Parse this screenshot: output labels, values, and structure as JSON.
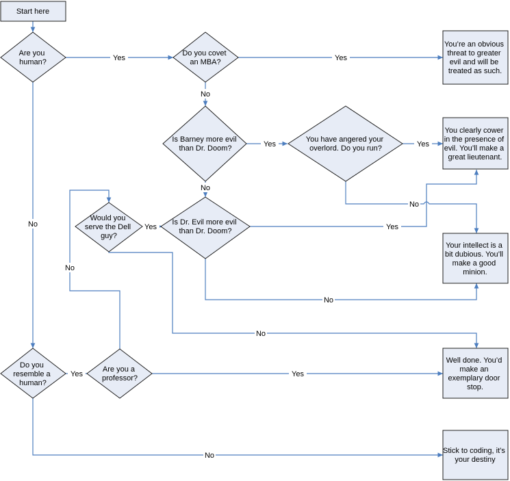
{
  "nodes": {
    "start": {
      "lines": [
        "Start here"
      ]
    },
    "q_human": {
      "lines": [
        "Are you",
        "human?"
      ]
    },
    "q_mba": {
      "lines": [
        "Do you covet",
        "an MBA?"
      ]
    },
    "r_threat": {
      "lines": [
        "You’re an obvious",
        "threat to greater",
        "evil and will be",
        "treated as such."
      ]
    },
    "q_barney": {
      "lines": [
        "Is Barney more evil",
        "than Dr. Doom?"
      ]
    },
    "q_overlord": {
      "lines": [
        "You have angered your",
        "overlord.  Do you run?"
      ]
    },
    "r_lieutenant": {
      "lines": [
        "You clearly cower",
        "in the presence of",
        "evil.  You’ll make a",
        "great lieutenant."
      ]
    },
    "q_dell": {
      "lines": [
        "Would you",
        "serve the Dell",
        "guy?"
      ]
    },
    "q_drevil": {
      "lines": [
        "Is Dr. Evil more evil",
        "than Dr. Doom?"
      ]
    },
    "r_minion": {
      "lines": [
        "Your intellect is a",
        "bit dubious.  You’ll",
        "make a good",
        "minion."
      ]
    },
    "q_resemble": {
      "lines": [
        "Do you",
        "resemble a",
        "human?"
      ]
    },
    "q_professor": {
      "lines": [
        "Are you a",
        "professor?"
      ]
    },
    "r_doorstop": {
      "lines": [
        "Well done.  You’d",
        "make an",
        "exemplary door",
        "stop."
      ]
    },
    "r_coding": {
      "lines": [
        "Stick to coding, it’s",
        "your destiny"
      ]
    }
  },
  "edges": {
    "human_yes": "Yes",
    "human_no": "No",
    "mba_yes": "Yes",
    "mba_no": "No",
    "barney_yes": "Yes",
    "barney_no": "No",
    "overlord_yes": "Yes",
    "overlord_no": "No",
    "drevil_yes": "Yes",
    "drevil_no": "No",
    "dell_yes": "Yes",
    "dell_no": "No",
    "resemble_yes": "Yes",
    "resemble_no": "No",
    "professor_yes": "Yes",
    "professor_no": "No"
  },
  "colors": {
    "node_fill": "#e7ecf6",
    "node_stroke": "#1f1f1f",
    "connector": "#4d7ebf"
  }
}
